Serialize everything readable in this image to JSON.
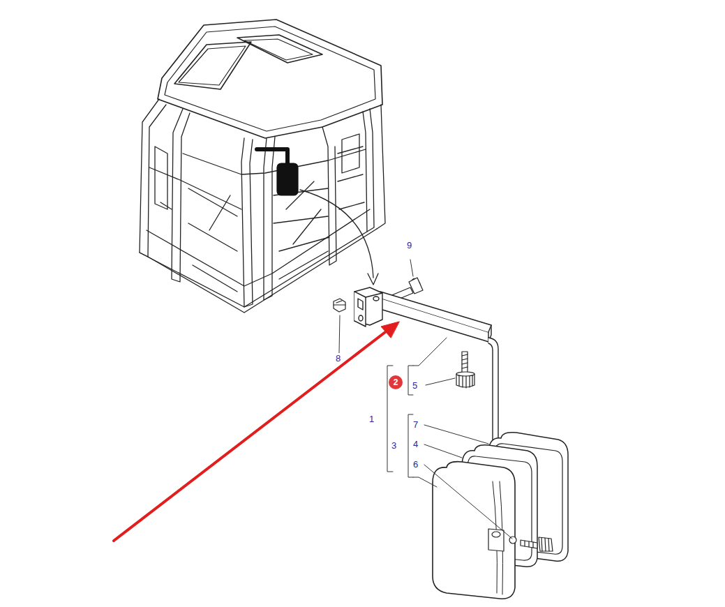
{
  "diagram": {
    "nodes": [
      {
        "text": [
          "2"
        ]
      }
    ],
    "labels": [
      "9",
      "8",
      "5",
      "1",
      "3",
      "7",
      "4",
      "6"
    ]
  }
}
